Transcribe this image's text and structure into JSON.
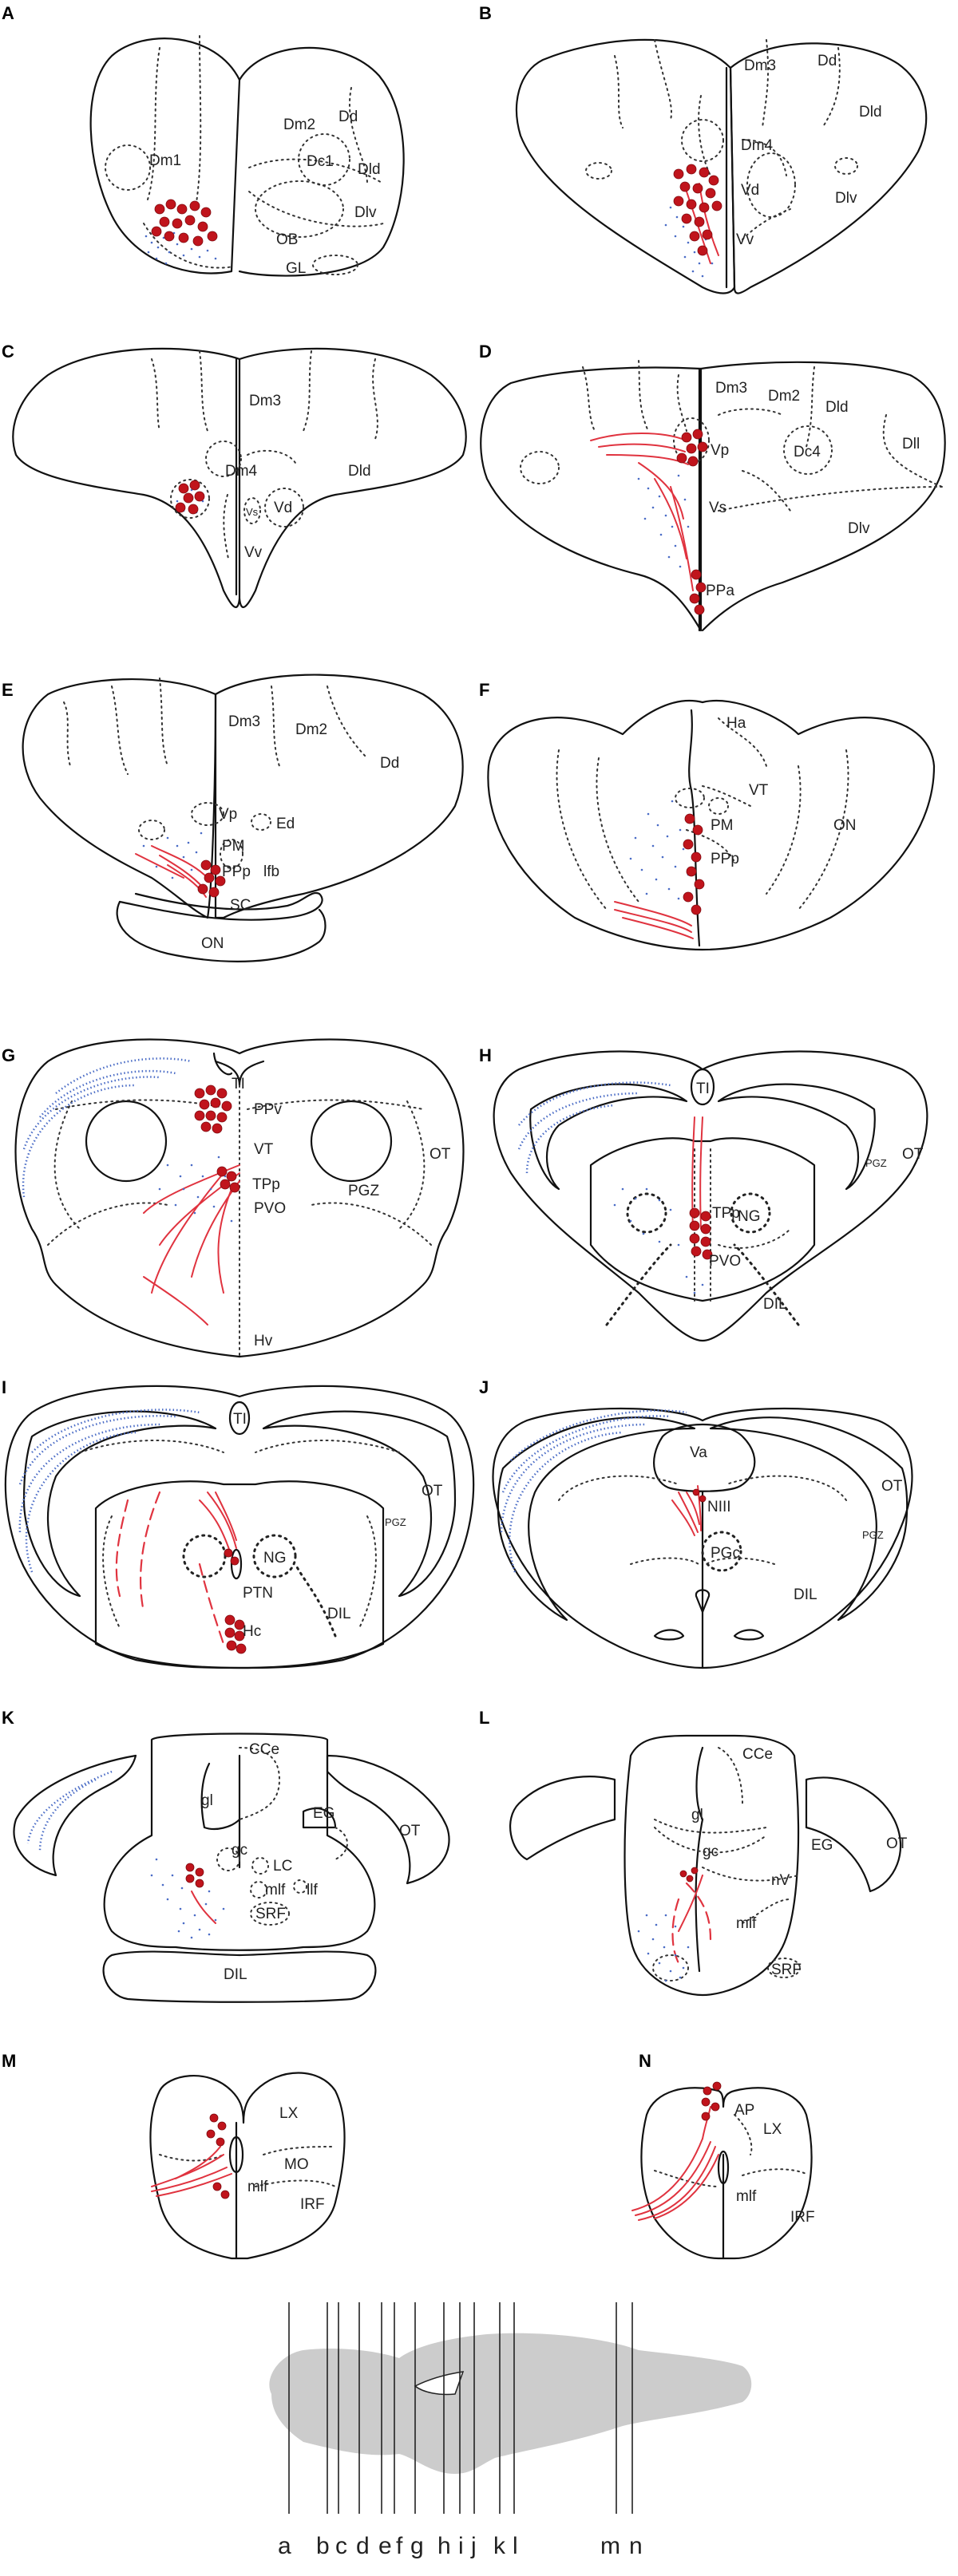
{
  "panels": {
    "A": {
      "letter": "A",
      "labels": [
        "Dm1",
        "Dm2",
        "Dd",
        "Dc1",
        "Dld",
        "Dlv",
        "OB",
        "GL"
      ]
    },
    "B": {
      "letter": "B",
      "labels": [
        "Dm3",
        "Dd",
        "Dld",
        "Dm4",
        "Vd",
        "Dlv",
        "Vv"
      ]
    },
    "C": {
      "letter": "C",
      "labels": [
        "Dm3",
        "Dld",
        "Dm4",
        "Vs",
        "Vd",
        "Vv"
      ]
    },
    "D": {
      "letter": "D",
      "labels": [
        "Dm3",
        "Dm2",
        "Dld",
        "Dll",
        "Vp",
        "Dc4",
        "Vs",
        "Dlv",
        "PPa"
      ]
    },
    "E": {
      "letter": "E",
      "labels": [
        "Dm3",
        "Dm2",
        "Dd",
        "Vp",
        "Ed",
        "PM",
        "PPp",
        "lfb",
        "SC",
        "ON"
      ]
    },
    "F": {
      "letter": "F",
      "labels": [
        "Ha",
        "VT",
        "PM",
        "ON",
        "PPp"
      ]
    },
    "G": {
      "letter": "G",
      "labels": [
        "TI",
        "OT",
        "PPv",
        "VT",
        "TPp",
        "PGZ",
        "PVO",
        "Hv"
      ]
    },
    "H": {
      "letter": "H",
      "labels": [
        "TI",
        "OT",
        "PGZ",
        "TPp",
        "NG",
        "PVO",
        "DIL"
      ]
    },
    "I": {
      "letter": "I",
      "labels": [
        "TI",
        "OT",
        "PGZ",
        "NG",
        "PTN",
        "DIL",
        "Hc"
      ]
    },
    "J": {
      "letter": "J",
      "labels": [
        "Va",
        "NIII",
        "OT",
        "PGZ",
        "PGc",
        "DIL"
      ]
    },
    "K": {
      "letter": "K",
      "labels": [
        "CCe",
        "gl",
        "EG",
        "OT",
        "gc",
        "LC",
        "mlf",
        "llf",
        "SRF",
        "DIL"
      ]
    },
    "L": {
      "letter": "L",
      "labels": [
        "CCe",
        "gl",
        "gc",
        "EG",
        "OT",
        "nV",
        "mlf",
        "SRF"
      ]
    },
    "M": {
      "letter": "M",
      "labels": [
        "LX",
        "MO",
        "mlf",
        "IRF"
      ]
    },
    "N": {
      "letter": "N",
      "labels": [
        "AP",
        "LX",
        "mlf",
        "IRF"
      ]
    }
  },
  "schematic": {
    "section_letters": [
      "a",
      "b",
      "c",
      "d",
      "e",
      "f",
      "g",
      "h",
      "i",
      "j",
      "k",
      "l",
      "m",
      "n"
    ]
  },
  "colors": {
    "soma": "#c0141c",
    "fibers": "#e0333f",
    "terminals": "#4a6cc6",
    "silhouette": "#cccccc"
  }
}
